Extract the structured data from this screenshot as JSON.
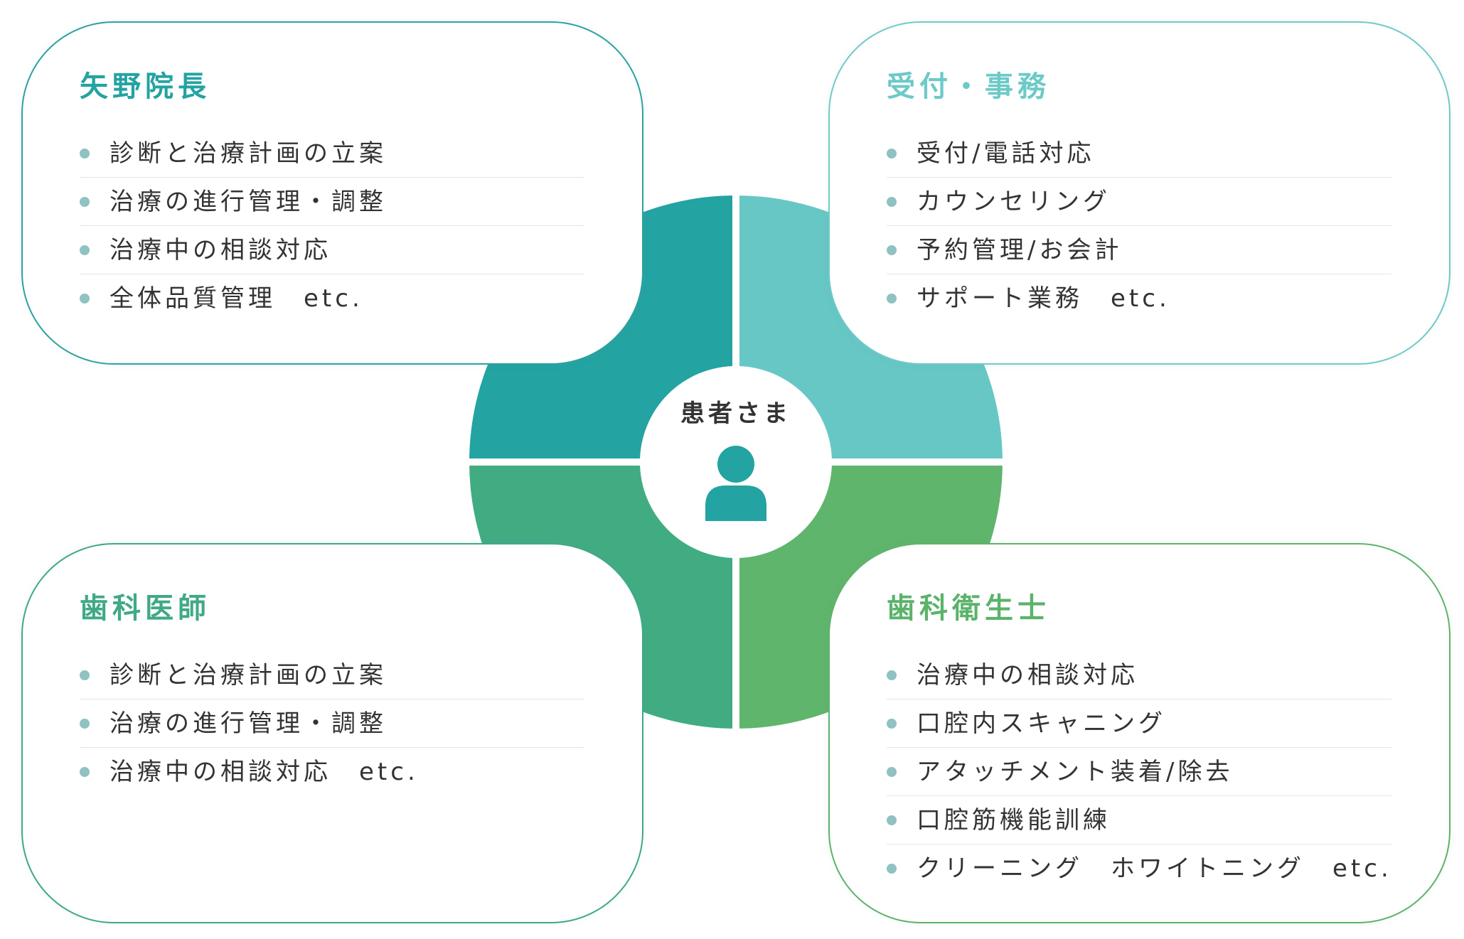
{
  "colors": {
    "q_top_left": "#23a3a2",
    "q_top_right": "#67c7c5",
    "q_bottom_left": "#41ac82",
    "q_bottom_right": "#5fb56b",
    "bullet": "#8fc2c1",
    "person_icon": "#23a3a2"
  },
  "center": {
    "label": "患者さま",
    "icon": "person-icon"
  },
  "cards": [
    {
      "id": "top-left",
      "title": "矢野院長",
      "items": [
        "診断と治療計画の立案",
        "治療の進行管理・調整",
        "治療中の相談対応",
        "全体品質管理　etc."
      ]
    },
    {
      "id": "top-right",
      "title": "受付・事務",
      "items": [
        "受付/電話対応",
        "カウンセリング",
        "予約管理/お会計",
        "サポート業務　etc."
      ]
    },
    {
      "id": "bottom-left",
      "title": "歯科医師",
      "items": [
        "診断と治療計画の立案",
        "治療の進行管理・調整",
        "治療中の相談対応　etc."
      ]
    },
    {
      "id": "bottom-right",
      "title": "歯科衛生士",
      "items": [
        "治療中の相談対応",
        "口腔内スキャニング",
        "アタッチメント装着/除去",
        "口腔筋機能訓練",
        "クリーニング　ホワイトニング　etc."
      ]
    }
  ]
}
